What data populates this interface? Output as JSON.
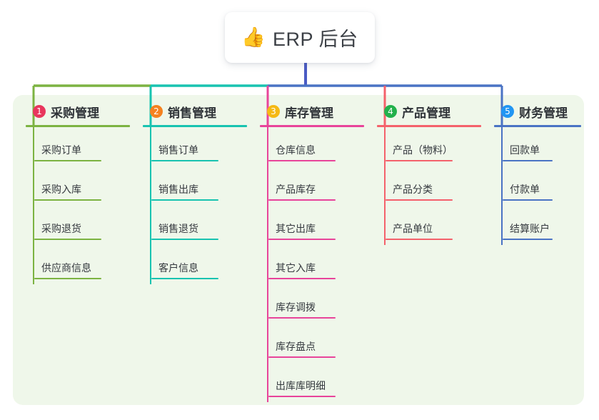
{
  "diagram": {
    "type": "mindmap",
    "root": {
      "icon": "thumbs-up-icon",
      "emoji": "👍",
      "title": "ERP 后台"
    },
    "colors": {
      "panel_background": "#eff7ea",
      "root_stem": "#4a5bc4",
      "text": "#35393f"
    },
    "branches": [
      {
        "number": "1",
        "title": "采购管理",
        "line_color": "#7cb342",
        "badge_color": "#e8365d",
        "leaves": [
          "采购订单",
          "采购入库",
          "采购退货",
          "供应商信息"
        ]
      },
      {
        "number": "2",
        "title": "销售管理",
        "line_color": "#18c3b0",
        "badge_color": "#f5821f",
        "leaves": [
          "销售订单",
          "销售出库",
          "销售退货",
          "客户信息"
        ]
      },
      {
        "number": "3",
        "title": "库存管理",
        "line_color": "#e8449a",
        "badge_color": "#f5b914",
        "leaves": [
          "仓库信息",
          "产品库存",
          "其它出库",
          "其它入库",
          "库存调拨",
          "库存盘点",
          "出库库明细"
        ]
      },
      {
        "number": "4",
        "title": "产品管理",
        "line_color": "#f4616b",
        "badge_color": "#22b14c",
        "leaves": [
          "产品（物料）",
          "产品分类",
          "产品单位"
        ]
      },
      {
        "number": "5",
        "title": "财务管理",
        "line_color": "#4a73c4",
        "badge_color": "#2196f3",
        "leaves": [
          "回款单",
          "付款单",
          "结算账户"
        ]
      }
    ]
  }
}
